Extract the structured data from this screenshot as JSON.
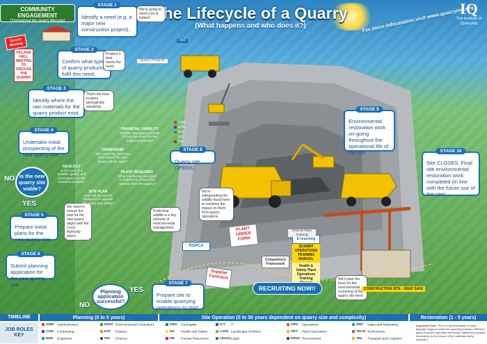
{
  "header": {
    "title": "The Lifecycle of a Quarry",
    "subtitle": "(What happens and who does it?)",
    "more_info": "For more information visit www.quarrying.org",
    "logo_mark": "IQ",
    "logo_name": "The Institute of Quarrying"
  },
  "community": {
    "title": "COMMUNITY ENGAGEMENT",
    "subtitle": "(Throughout the quarry lifecycle)",
    "sign_top": "Quarry Meeting",
    "sign_village": "VILLAGE HALL MEETING TO DISCUSS THE QUARRY"
  },
  "stages": [
    {
      "tag": "STAGE 1",
      "text": "Identify a need (e.g. a major new construction project)."
    },
    {
      "tag": "STAGE 2",
      "text": "Confirm what type of quarry products fulfil this need."
    },
    {
      "tag": "STAGE 3",
      "text": "Identify where the raw materials for the quarry product exist."
    },
    {
      "tag": "STAGE 4",
      "text": "Undertake initial prospecting of the new quarry site."
    },
    {
      "tag": "STAGE 5",
      "text": "Prepare initial plans for the new quarry site."
    },
    {
      "tag": "STAGE 6",
      "text": "Submit planning application for the new quarry site."
    },
    {
      "tag": "STAGE 7",
      "text": "Prepare site to enable quarrying operations to start"
    },
    {
      "tag": "STAGE 8",
      "text": "Quarry site OPENS."
    },
    {
      "tag": "STAGE 9",
      "text": "Environmental restoration work on-going throughout the operational life of the site."
    },
    {
      "tag": "STAGE 10",
      "text": "Site CLOSES. Final site environmental restoration work completed (in line with the future use of the site)."
    }
  ],
  "decisions": {
    "viable": "Is the new quarry site viable?",
    "planning": "Planning application successful?",
    "yes": "YES",
    "no": "NO"
  },
  "bubbles": {
    "b1": "We're going to need a lot of ballast!",
    "b2": "Product C best meets the need.",
    "b3": "That's the best location geologically speaking!",
    "b4": "We need to ensure the plan for the new quarry aligns with the Local Authority plans!",
    "b5": "Protecting wildlife is a key element of environmental management.",
    "b6": "We're safeguarding the wildlife found here to minimise the impact on them from quarry operations.",
    "b7": "We'll plant the trees for the environmental screening of the quarry site here!"
  },
  "annotations": {
    "quarry_products": "Quarry Products",
    "financial_title": "FINANCIAL VIABILITY",
    "financial_text": "Will the new quarry provide a financial return on the initial investment?",
    "ownership_title": "OWNERSHIP",
    "ownership_text": "Who currently owns the land where the new quarry will be sited?",
    "geology_title": "GEOLOGY",
    "geology_text": "Is the rock of a suitable quality and consistency for the intended purpose?",
    "plant_title": "PLANT REQUIRED",
    "plant_text": "What machinery and plant is required to extract the material from the quarry?",
    "siteplan_title": "SITE PLAN",
    "siteplan_text": "How will the site be designed to operate efficiently and safely?",
    "road": "HS2",
    "plant_order_form": "PLANT ORDER FORM",
    "supplier_contracts": "Supplier Contracts",
    "quarry_manual": "QUARRY OPERATIONS TRAINING MANUAL",
    "hs_manual": "Health & Safety Plant Operations Training Manual",
    "competency": "Competency Framework",
    "elearning": "E-learning",
    "face_to_face": "Face to Face Training",
    "rspca": "RSPCA",
    "recruiting": "RECRUITING NOW!!",
    "construction_site": "CONSTRUCTION SITE - KEEP SAFE"
  },
  "timeline": {
    "label": "TIMELINE",
    "planning": "Planning (0 to 5 years)",
    "operation": "Site Operation (5 to 50 years dependent on quarry size and complexity)",
    "restoration": "Restoration (1 - 5 years)",
    "job_roles_key": "JOB ROLES KEY",
    "note_title": "Important Note:",
    "note_text": "This is a representation of what typically happens within the quarrying industry. Different types of quarry operation will feature different processes depending on the nature of the materials being extracted."
  },
  "roles": [
    {
      "code": "ADM",
      "name": "Administration",
      "color": "#e53935"
    },
    {
      "code": "CON",
      "name": "Contracting",
      "color": "#8e24aa"
    },
    {
      "code": "ENG",
      "name": "Engineers",
      "color": "#1e88e5"
    },
    {
      "code": "ENVC",
      "name": "Environmental Consultant",
      "color": "#43a047"
    },
    {
      "code": "EST",
      "name": "Estates",
      "color": "#fb8c00"
    },
    {
      "code": "FIN",
      "name": "Finance",
      "color": "#6d4c41"
    },
    {
      "code": "GEO",
      "name": "Geologists",
      "color": "#00897b"
    },
    {
      "code": "HS",
      "name": "Health and Safety",
      "color": "#fdd835"
    },
    {
      "code": "HR",
      "name": "Human Resources",
      "color": "#d81b60"
    },
    {
      "code": "ICT",
      "name": "IT",
      "color": "#3949ab"
    },
    {
      "code": "LARC",
      "name": "Landscape Architect",
      "color": "#7cb342"
    },
    {
      "code": "LEGAL",
      "name": "Legal",
      "color": "#546e7a"
    },
    {
      "code": "OPS",
      "name": "Operations",
      "color": "#f4511e"
    },
    {
      "code": "OPT",
      "name": "Plant Operatives",
      "color": "#c0ca33"
    },
    {
      "code": "PROC",
      "name": "Procurement",
      "color": "#5e35b1"
    },
    {
      "code": "SMT",
      "name": "Sales and Marketing",
      "color": "#00acc1"
    },
    {
      "code": "TECH",
      "name": "Technicians",
      "color": "#757575"
    },
    {
      "code": "TRL",
      "name": "Transport and Logistics",
      "color": "#ffb300"
    }
  ],
  "colors": {
    "stage_border": "#1b6fb3",
    "sky": "#2f86c4",
    "grass": "#4f9a3e",
    "rock": "#9ea3a8",
    "truck": "#f2c200"
  }
}
